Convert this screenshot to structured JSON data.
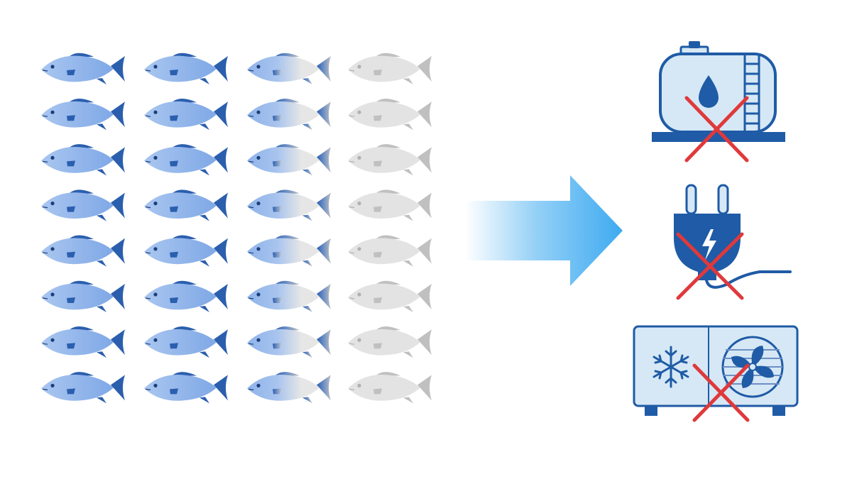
{
  "fish_grid": {
    "rows": 8,
    "columns": [
      {
        "state": "healthy",
        "fade_start": null
      },
      {
        "state": "healthy",
        "fade_start": null
      },
      {
        "state": "fading",
        "fade_start": 0.45
      },
      {
        "state": "faded",
        "fade_start": null
      }
    ],
    "colors": {
      "body": "#7fa8e6",
      "body_light": "#b6cff2",
      "fin": "#2b5fae",
      "faded_body": "#e3e3e3",
      "faded_fin": "#c0c0c0"
    }
  },
  "arrow": {
    "direction": "right",
    "color": "#3eaaf0"
  },
  "resources": [
    {
      "name": "oil-tank",
      "crossed_out": true
    },
    {
      "name": "electric-plug",
      "crossed_out": true
    },
    {
      "name": "air-conditioner-unit",
      "crossed_out": true
    }
  ],
  "colors": {
    "icon_dark": "#1f5ba6",
    "icon_fill": "#d6e8f5",
    "cross": "#e0393b"
  }
}
